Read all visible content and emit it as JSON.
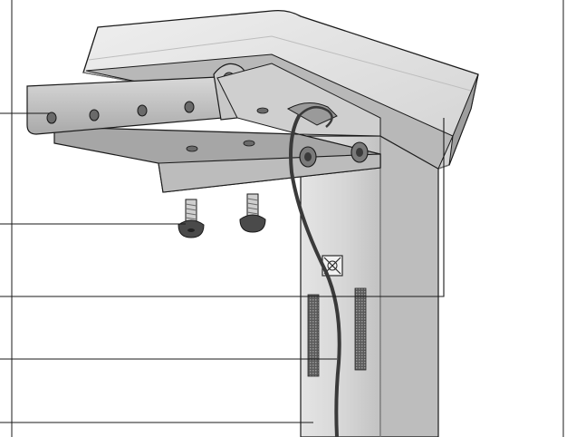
{
  "diagram": {
    "kind": "technical-illustration",
    "callout_count": 5,
    "callouts": [
      {
        "id": "bracket-mounting-holes",
        "label": ""
      },
      {
        "id": "mounting-screws",
        "label": ""
      },
      {
        "id": "canopy-cover",
        "label": ""
      },
      {
        "id": "cable",
        "label": ""
      },
      {
        "id": "pole-column",
        "label": ""
      }
    ],
    "colors": {
      "line": "#1a1a1a",
      "metal_light": "#e6e6e6",
      "metal_mid": "#c9c9c9",
      "metal_dark": "#8c8c8c",
      "cable": "#3a3a3a",
      "background": "#ffffff"
    }
  }
}
